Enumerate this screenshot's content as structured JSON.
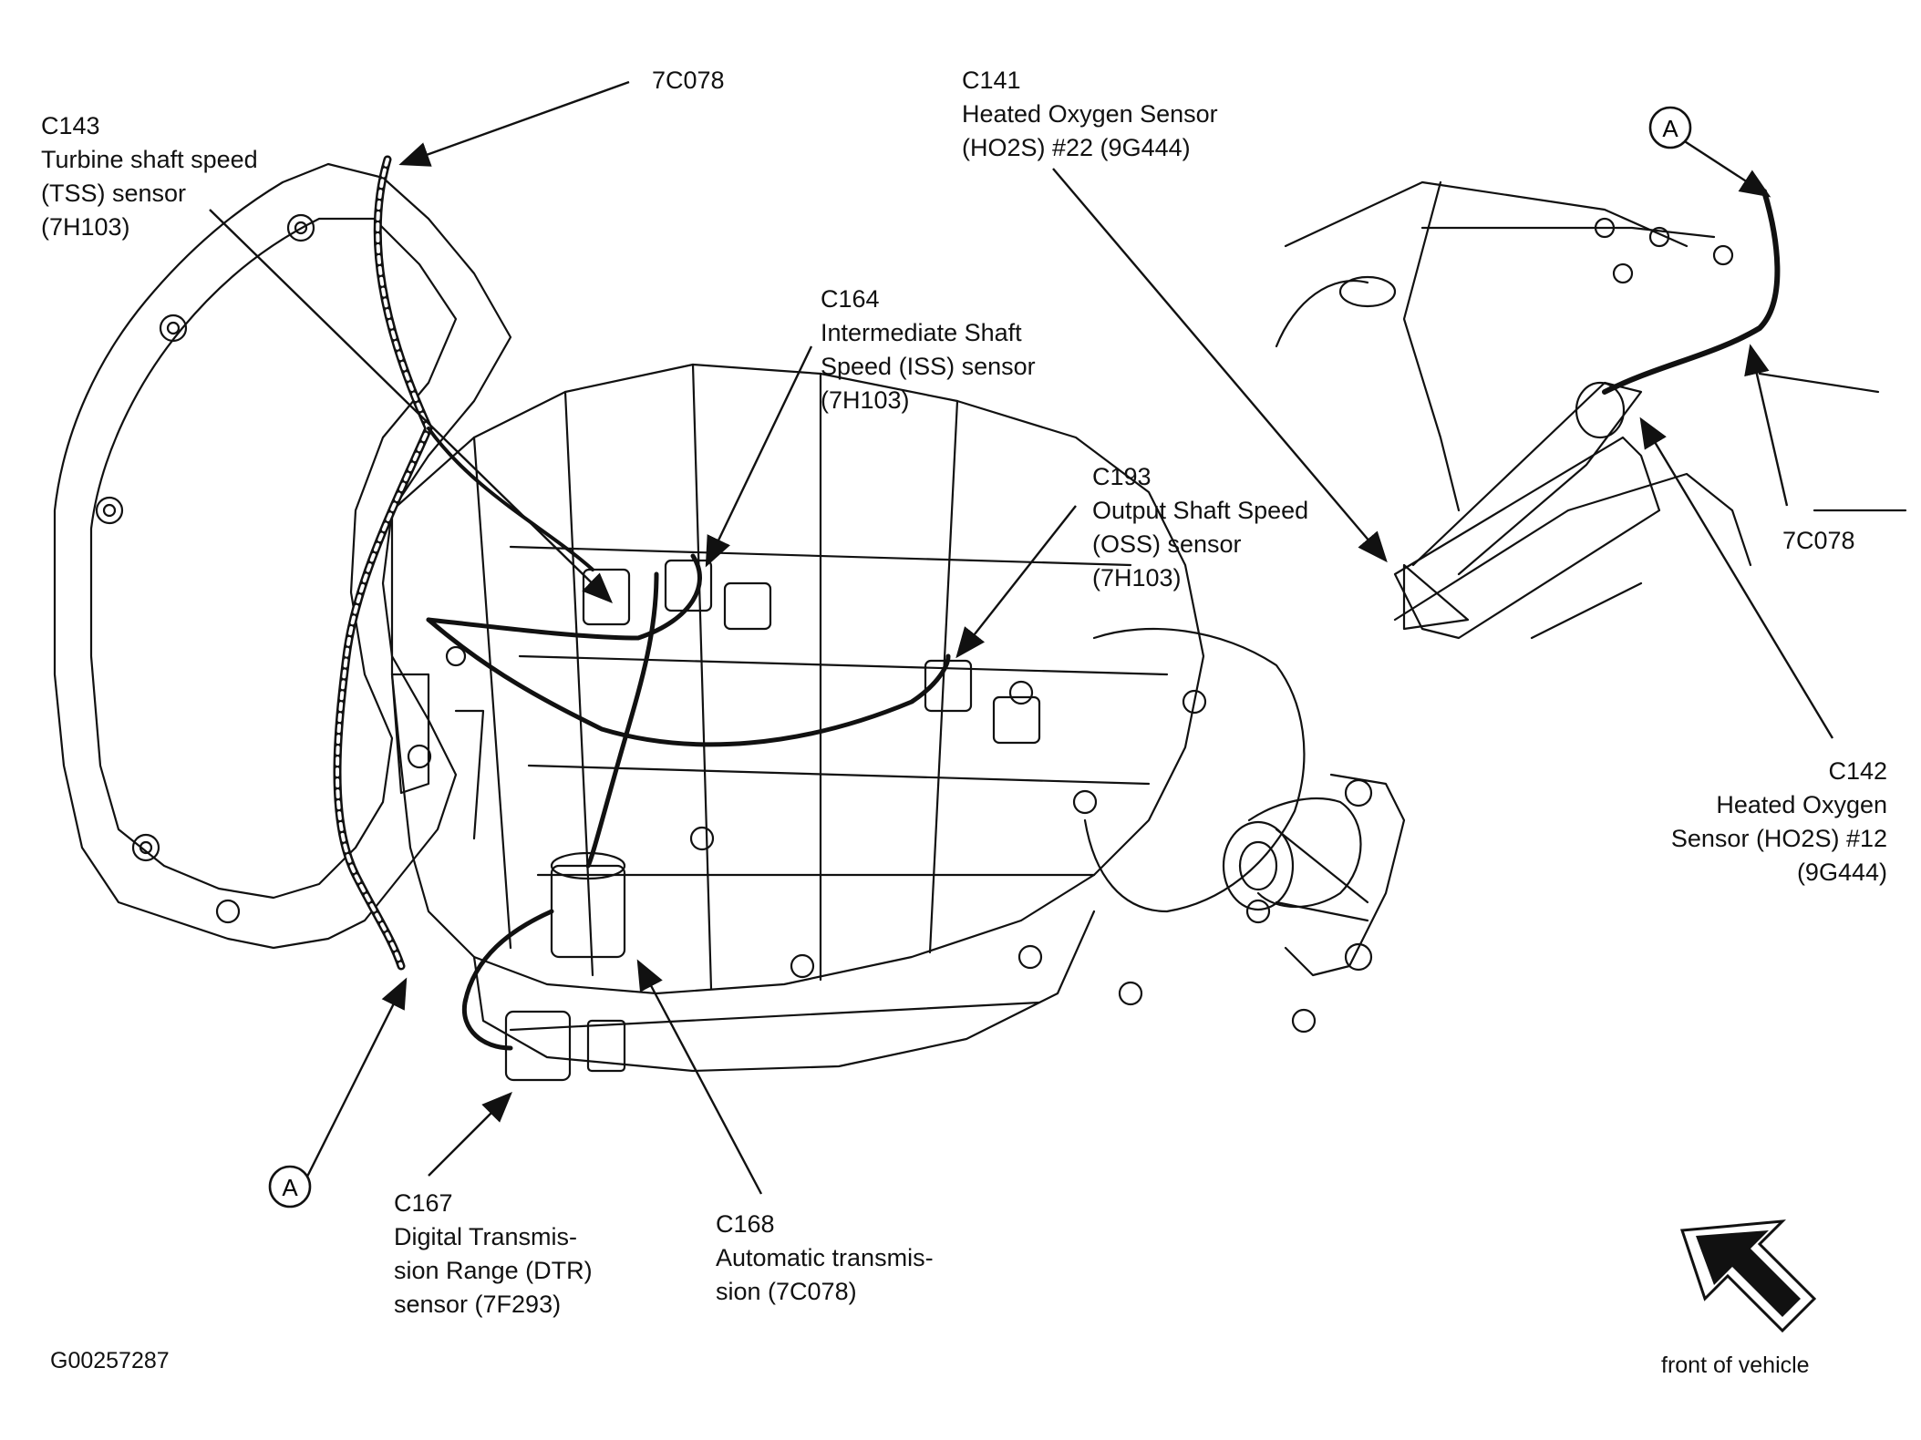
{
  "labels": {
    "c143": {
      "code": "C143",
      "line1": "Turbine shaft speed",
      "line2": "(TSS) sensor",
      "line3": "(7H103)"
    },
    "top_7c078": {
      "code": "7C078"
    },
    "c141": {
      "code": "C141",
      "line1": "Heated Oxygen Sensor",
      "line2": "(HO2S) #22 (9G444)"
    },
    "c164": {
      "code": "C164",
      "line1": "Intermediate Shaft",
      "line2": "Speed (ISS) sensor",
      "line3": "(7H103)"
    },
    "c193": {
      "code": "C193",
      "line1": "Output Shaft Speed",
      "line2": "(OSS) sensor",
      "line3": "(7H103)"
    },
    "right_7c078": {
      "code": "7C078"
    },
    "c142": {
      "code": "C142",
      "line1": "Heated Oxygen",
      "line2": "Sensor (HO2S) #12",
      "line3": "(9G444)"
    },
    "c167": {
      "code": "C167",
      "line1": "Digital Transmis-",
      "line2": "sion Range (DTR)",
      "line3": "sensor (7F293)"
    },
    "c168": {
      "code": "C168",
      "line1": "Automatic transmis-",
      "line2": "sion (7C078)"
    }
  },
  "callout_letter": "A",
  "callout_letter_inset": "A",
  "figure_id": "G00257287",
  "direction_label": "front of vehicle",
  "icons": {
    "direction_arrow": "arrow-up-left-icon"
  },
  "colors": {
    "ink": "#111111",
    "background": "#ffffff"
  }
}
